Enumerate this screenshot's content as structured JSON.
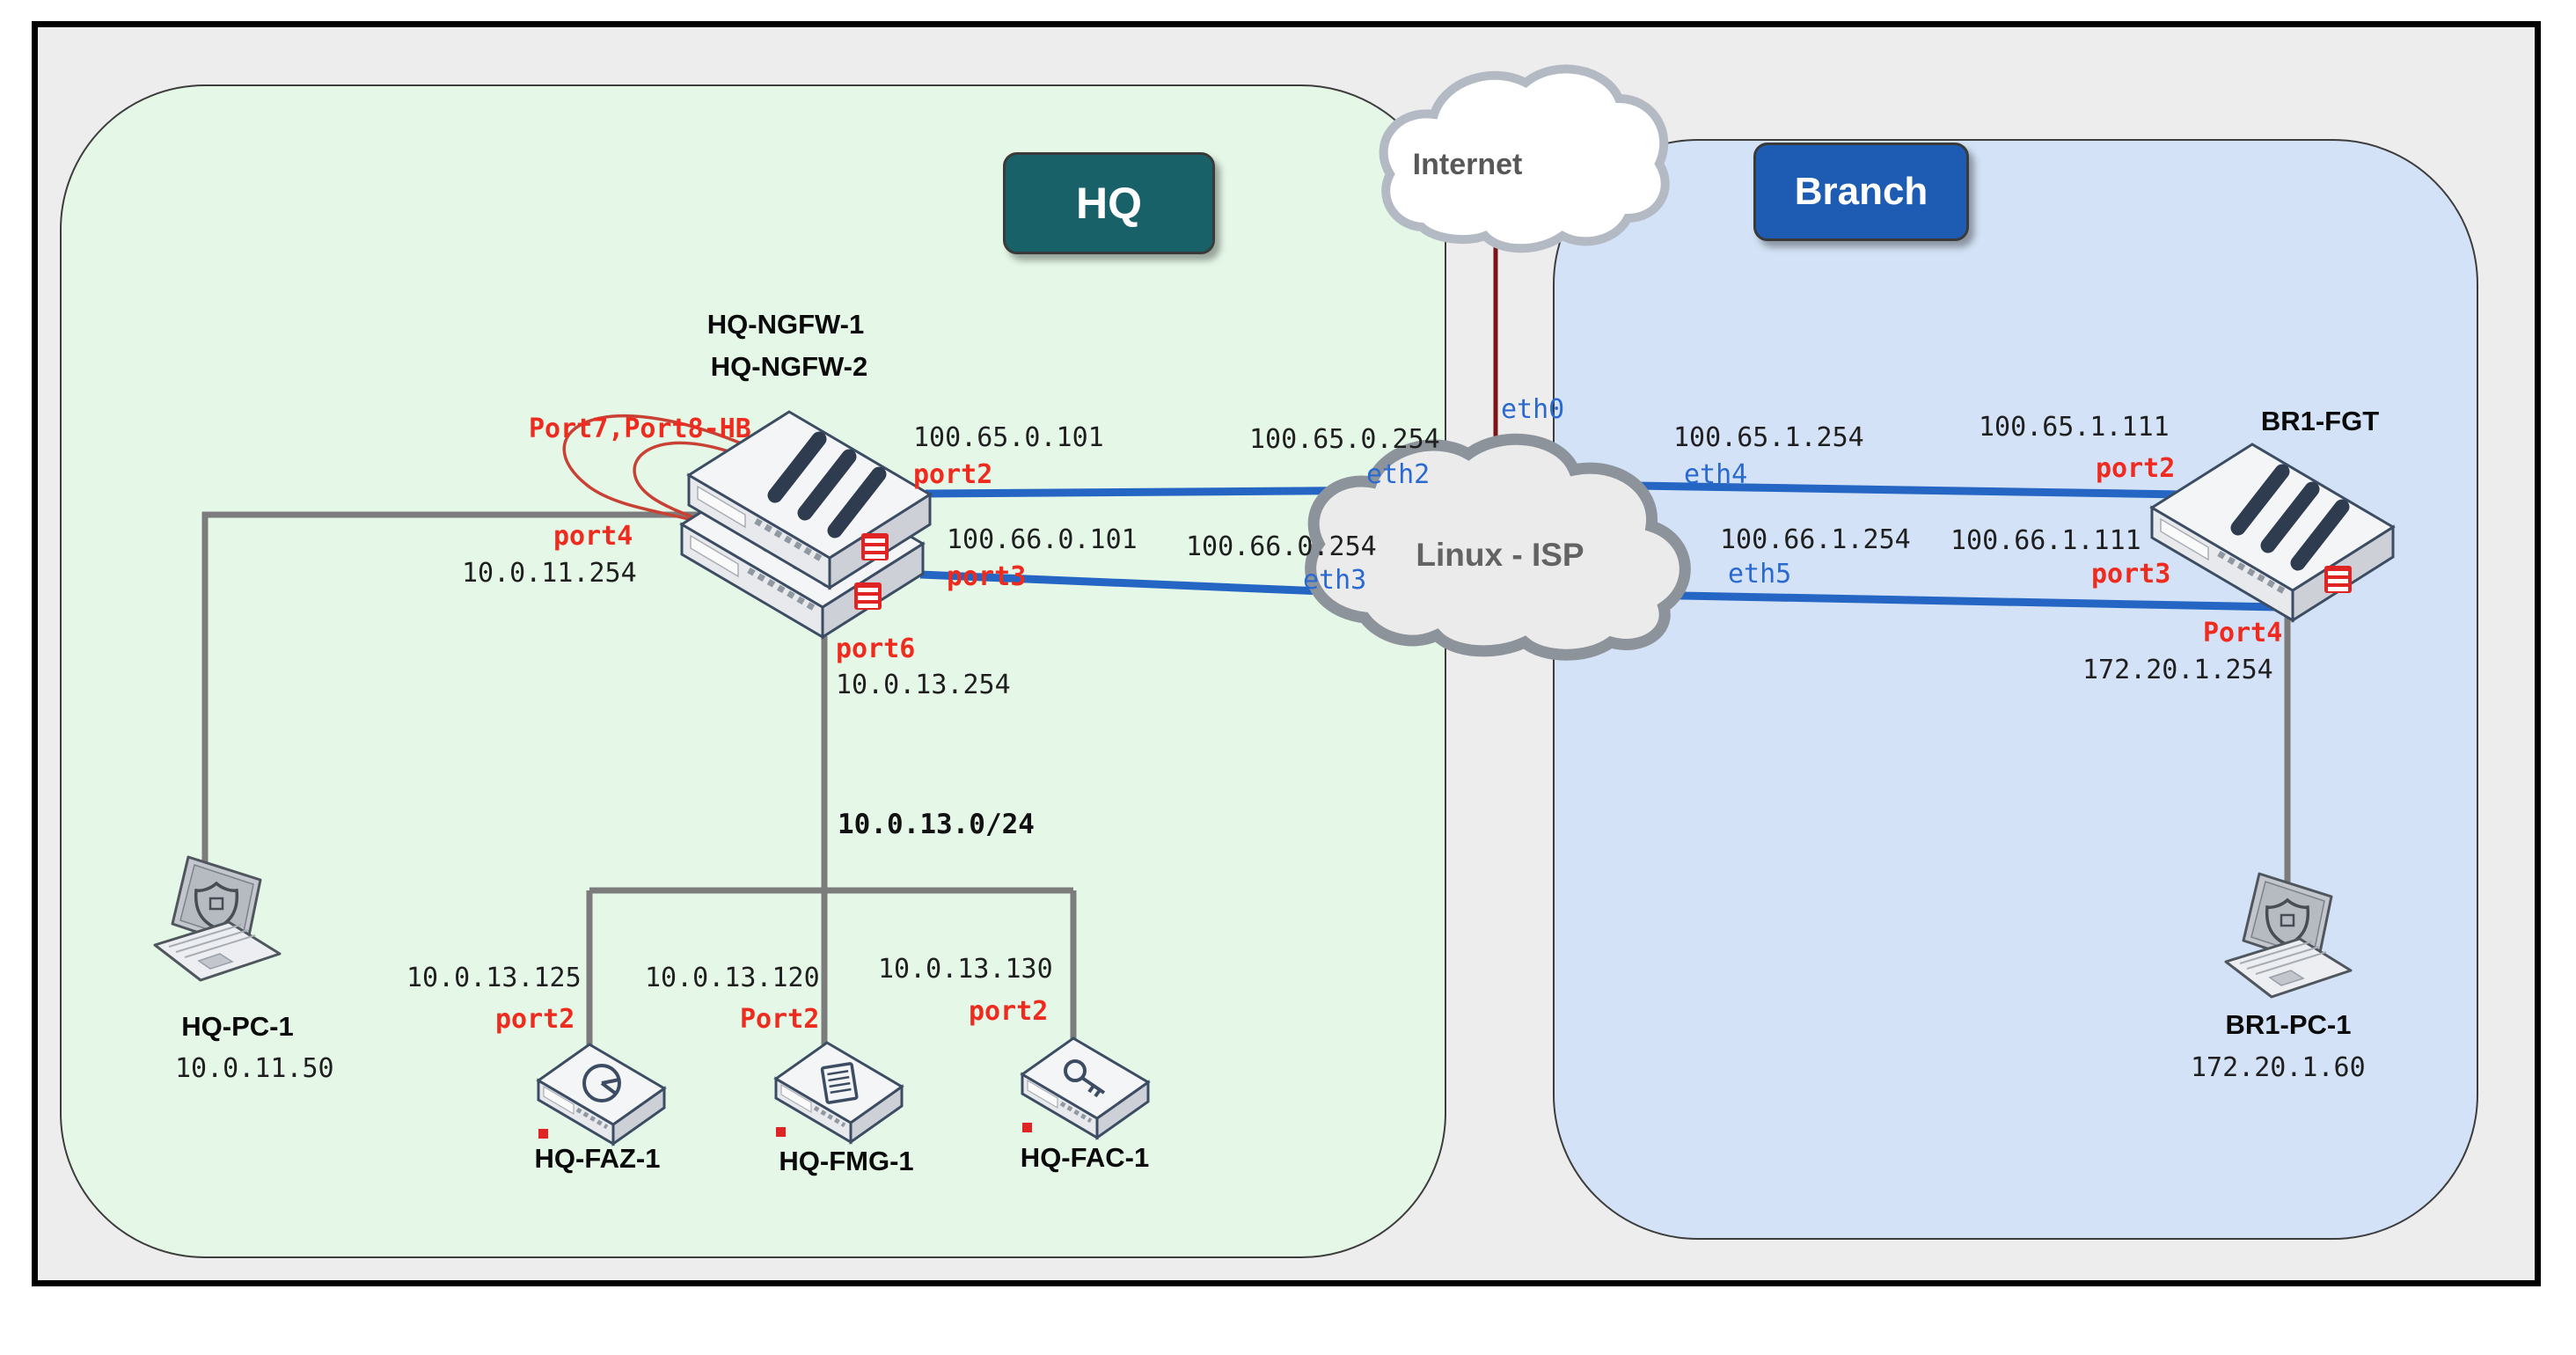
{
  "hq": {
    "badge": "HQ",
    "ngfw": {
      "name1": "HQ-NGFW-1",
      "name2": "HQ-NGFW-2",
      "heartbeat_label": "Port7,Port8-HB",
      "wan1_ip": "100.65.0.101",
      "wan1_port": "port2",
      "wan2_ip": "100.66.0.101",
      "wan2_port": "port3",
      "lan_port": "port4",
      "lan_ip": "10.0.11.254",
      "mgmt_port": "port6",
      "mgmt_ip": "10.0.13.254"
    },
    "mgmt_subnet": "10.0.13.0/24",
    "pc": {
      "name": "HQ-PC-1",
      "ip": "10.0.11.50"
    },
    "faz": {
      "name": "HQ-FAZ-1",
      "ip": "10.0.13.125",
      "port": "port2"
    },
    "fmg": {
      "name": "HQ-FMG-1",
      "ip": "10.0.13.120",
      "port": "Port2"
    },
    "fac": {
      "name": "HQ-FAC-1",
      "ip": "10.0.13.130",
      "port": "port2"
    }
  },
  "internet": {
    "label": "Internet"
  },
  "isp": {
    "label": "Linux - ISP",
    "eth0": "eth0",
    "eth2_ip": "100.65.0.254",
    "eth2": "eth2",
    "eth3_ip": "100.66.0.254",
    "eth3": "eth3",
    "eth4_ip": "100.65.1.254",
    "eth4": "eth4",
    "eth5_ip": "100.66.1.254",
    "eth5": "eth5"
  },
  "branch": {
    "badge": "Branch",
    "fgt": {
      "name": "BR1-FGT",
      "wan1_ip": "100.65.1.111",
      "wan1_port": "port2",
      "wan2_ip": "100.66.1.111",
      "wan2_port": "port3",
      "lan_port": "Port4",
      "lan_ip": "172.20.1.254"
    },
    "pc": {
      "name": "BR1-PC-1",
      "ip": "172.20.1.60"
    }
  },
  "colors": {
    "hq_zone_fill": "#e5f8e8",
    "branch_zone_fill": "#d3e2f6",
    "hq_badge": "#186169",
    "branch_badge": "#1e5cb3",
    "link_blue": "#2566c5",
    "wan_uplink_red": "#7b1416",
    "lan_gray": "#7c7c7c",
    "port_text_red": "#ee2b1e",
    "eth_text_blue": "#2a6ad0",
    "ha_loop_red": "#c94034"
  }
}
